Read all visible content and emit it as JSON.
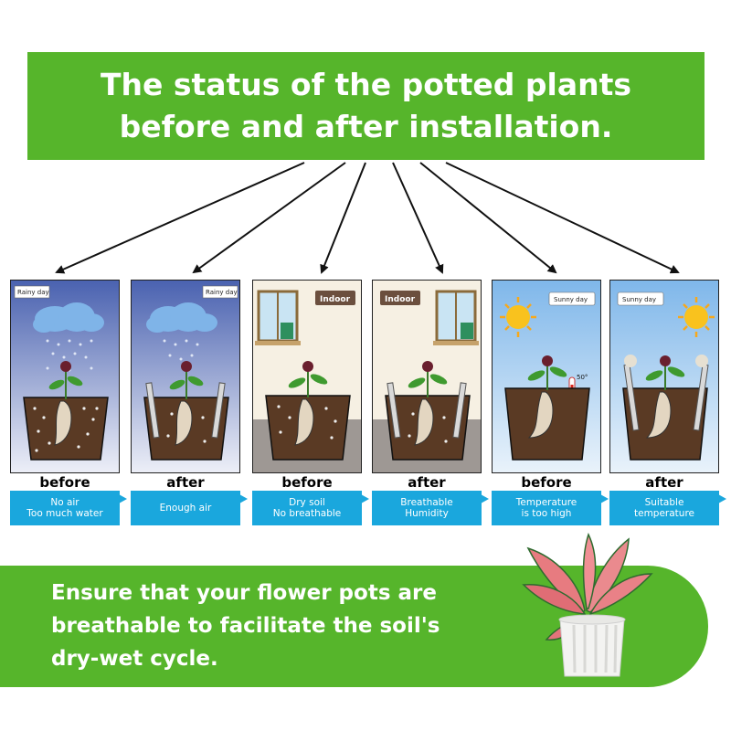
{
  "header": {
    "title_line1": "The status of the potted plants",
    "title_line2": "before and after installation."
  },
  "panels": [
    {
      "scene": "rainy",
      "tag": "Rainy day",
      "status": "before",
      "line1": "No air",
      "line2": "Too much water"
    },
    {
      "scene": "rainy",
      "tag": "Rainy day",
      "status": "after",
      "line1": "Enough air",
      "line2": ""
    },
    {
      "scene": "indoor",
      "tag": "Indoor",
      "status": "before",
      "line1": "Dry soil",
      "line2": "No breathable"
    },
    {
      "scene": "indoor",
      "tag": "Indoor",
      "status": "after",
      "line1": "Breathable",
      "line2": "Humidity"
    },
    {
      "scene": "sunny",
      "tag": "Sunny day",
      "status": "before",
      "line1": "Temperature",
      "line2": "is too high"
    },
    {
      "scene": "sunny",
      "tag": "Sunny day",
      "status": "after",
      "line1": "Suitable",
      "line2": "temperature"
    }
  ],
  "thermometer_label": "50°",
  "footer": {
    "line1": "Ensure that your flower pots are",
    "line2": "breathable to facilitate the soil's",
    "line3": "dry-wet cycle."
  },
  "colors": {
    "green": "#56b52b",
    "blue": "#1aa7dd"
  }
}
